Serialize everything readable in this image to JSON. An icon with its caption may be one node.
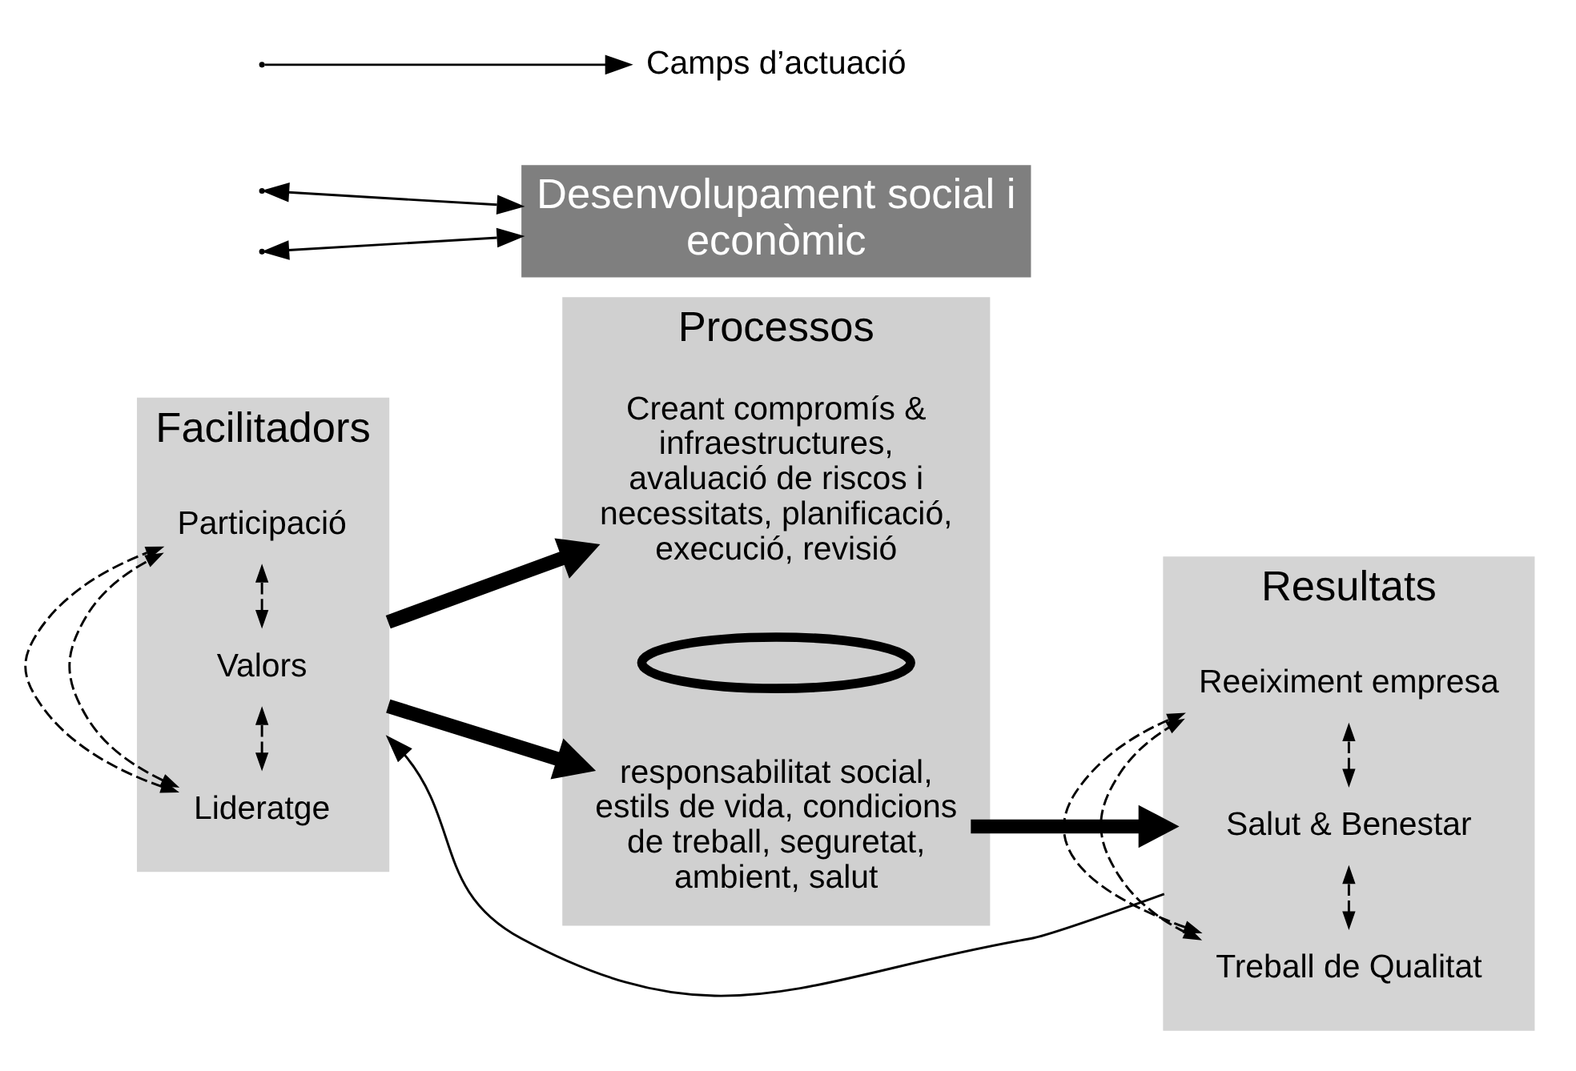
{
  "diagram": {
    "nodes": [
      {
        "text": [
          "Facilitadors"
        ]
      },
      {
        "text": [
          "Lideratge"
        ],
        "in": 0
      },
      {
        "text": [
          "Valors"
        ],
        "in": 0
      },
      {
        "text": [
          "Participació"
        ],
        "in": 0
      },
      {
        "text": [
          "Processos"
        ]
      },
      {
        "text": [
          "Creant compromís & infraestructures, avaluació de riscos i necessitats, planificació, execució, revisió"
        ],
        "in": 4
      },
      {
        "text": [],
        "shape": "ellipse",
        "in": 4
      },
      {
        "text": [
          "responsabilitat social, estils de vida, condicions de treball, seguretat, ambient, salut"
        ],
        "in": 4
      },
      {
        "text": [
          "Resultats"
        ]
      },
      {
        "text": [
          "Treball de Qualitat"
        ],
        "in": 8
      },
      {
        "text": [
          "Salut & Benestar"
        ],
        "in": 8
      },
      {
        "text": [
          "Reeiximent empresa"
        ],
        "in": 8
      },
      {
        "text": [
          "Desenvolupament social i econòmic"
        ]
      },
      {
        "text": [
          "Camps d’actuació"
        ]
      }
    ],
    "edges": [
      {
        "from": 1,
        "to": 3,
        "arrow": "both",
        "style": "dashed"
      },
      {
        "from": 1,
        "to": 2,
        "arrow": "both",
        "style": "dashed"
      },
      {
        "from": 2,
        "to": 3,
        "arrow": "both",
        "style": "dashed"
      },
      {
        "from": 1,
        "to": 3,
        "arrow": "both",
        "style": "dashed"
      },
      {
        "from": 9,
        "to": 11,
        "arrow": "both",
        "style": "dashed"
      },
      {
        "from": 9,
        "to": 10,
        "arrow": "both",
        "style": "dashed"
      },
      {
        "from": 10,
        "to": 11,
        "arrow": "both",
        "style": "dashed"
      },
      {
        "from": 9,
        "to": 11,
        "arrow": "both",
        "style": "dashed"
      },
      {
        "from": 0,
        "to": 5,
        "arrow": "to",
        "style": "thick"
      },
      {
        "from": 0,
        "to": 7,
        "arrow": "to",
        "style": "thick"
      },
      {
        "from": 7,
        "to": 8,
        "arrow": "to",
        "style": "thick"
      },
      {
        "from": 8,
        "to": 0,
        "arrow": "to"
      },
      {
        "from": null,
        "to": 13,
        "arrow": "to"
      },
      {
        "from": null,
        "to": 12,
        "arrow": "both"
      },
      {
        "from": null,
        "to": 12,
        "arrow": "both"
      }
    ]
  }
}
